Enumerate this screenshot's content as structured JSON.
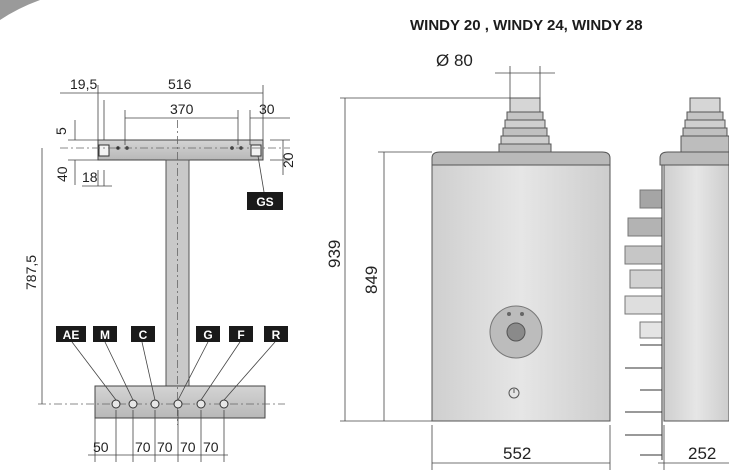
{
  "title": "WINDY  20 ,  WINDY 24,  WINDY 28",
  "diameter_label": "Ø 80",
  "bracket": {
    "dim_19_5": "19,5",
    "dim_516": "516",
    "dim_370": "370",
    "dim_30": "30",
    "dim_5": "5",
    "dim_40": "40",
    "dim_18": "18",
    "dim_20": "20",
    "dim_787_5": "787,5",
    "gs_label": "GS"
  },
  "connections": {
    "labels": [
      "AE",
      "M",
      "C",
      "G",
      "F",
      "R"
    ],
    "spacing": [
      "50",
      "70",
      "70",
      "70",
      "70"
    ]
  },
  "boiler": {
    "dim_939": "939",
    "dim_849": "849",
    "dim_552": "552",
    "dim_252": "252"
  },
  "colors": {
    "badge": "#1a1a1a",
    "boiler_body": "#dcdcdc",
    "boiler_top": "#bcbcbc",
    "brick": "#b0b0b0"
  }
}
